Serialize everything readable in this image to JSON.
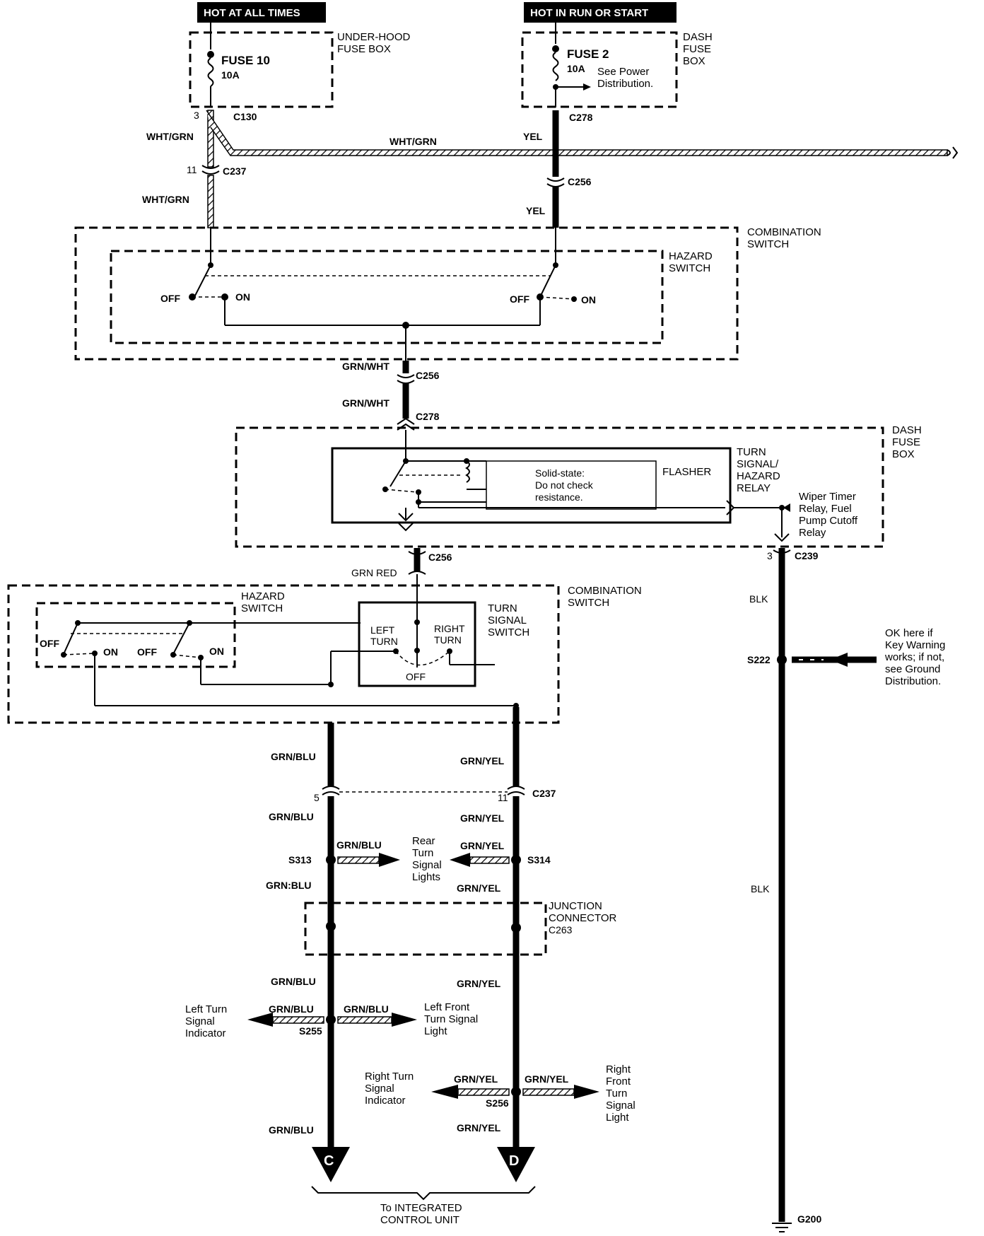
{
  "headers": {
    "hot_at_all_times": "HOT AT ALL TIMES",
    "hot_in_run_or_start": "HOT IN RUN OR START"
  },
  "underhood_fuse_box": {
    "title_line1": "UNDER-HOOD",
    "title_line2": "FUSE BOX",
    "fuse_name": "FUSE 10",
    "fuse_rating": "10A",
    "pin": "3",
    "connector": "C130"
  },
  "dash_fuse_box_top": {
    "title_line1": "DASH",
    "title_line2": "FUSE",
    "title_line3": "BOX",
    "fuse_name": "FUSE 2",
    "fuse_rating": "10A",
    "note_line1": "See Power",
    "note_line2": "Distribution.",
    "connector": "C278"
  },
  "wires_top": {
    "wht_grn_1": "WHT/GRN",
    "wht_grn_horizontal": "WHT/GRN",
    "wht_grn_2": "WHT/GRN",
    "yel_1": "YEL",
    "yel_2": "YEL",
    "c237_pin": "11",
    "c237": "C237",
    "c256": "C256"
  },
  "combination_switch_top": {
    "title_line1": "COMBINATION",
    "title_line2": "SWITCH",
    "hazard_line1": "HAZARD",
    "hazard_line2": "SWITCH",
    "off_left": "OFF",
    "on_left": "ON",
    "off_right": "OFF",
    "on_right": "ON"
  },
  "middle_wires": {
    "grn_wht_1": "GRN/WHT",
    "c256": "C256",
    "grn_wht_2": "GRN/WHT",
    "c278": "C278"
  },
  "dash_fuse_box_mid": {
    "title_line1": "DASH",
    "title_line2": "FUSE",
    "title_line3": "BOX",
    "flasher": "FLASHER",
    "solid_state_line1": "Solid-state:",
    "solid_state_line2": "Do not check",
    "solid_state_line3": "resistance.",
    "relay_line1": "TURN",
    "relay_line2": "SIGNAL/",
    "relay_line3": "HAZARD",
    "relay_line4": "RELAY",
    "wiper_line1": "Wiper Timer",
    "wiper_line2": "Relay, Fuel",
    "wiper_line3": "Pump Cutoff",
    "wiper_line4": "Relay"
  },
  "ground_path": {
    "c256": "C256",
    "grn_red": "GRN RED",
    "pin": "3",
    "c239": "C239",
    "blk_1": "BLK",
    "s222": "S222",
    "ok_line1": "OK here if",
    "ok_line2": "Key Warning",
    "ok_line3": "works; if not,",
    "ok_line4": "see Ground",
    "ok_line5": "Distribution.",
    "blk_2": "BLK",
    "g200": "G200"
  },
  "combination_switch_bottom": {
    "title_line1": "COMBINATION",
    "title_line2": "SWITCH",
    "hazard_line1": "HAZARD",
    "hazard_line2": "SWITCH",
    "off1": "OFF",
    "on1": "ON",
    "off2": "OFF",
    "on2": "ON",
    "turn_line1": "TURN",
    "turn_line2": "SIGNAL",
    "turn_line3": "SWITCH",
    "left_line1": "LEFT",
    "left_line2": "TURN",
    "right_line1": "RIGHT",
    "right_line2": "TURN",
    "off_center": "OFF"
  },
  "lower_left": {
    "grn_blu_1": "GRN/BLU",
    "pin5": "5",
    "grn_blu_2": "GRN/BLU",
    "grn_blu_branch": "GRN/BLU",
    "s313": "S313",
    "grn_blu_3": "GRN:BLU",
    "grn_blu_4": "GRN/BLU",
    "grn_blu_5": "GRN/BLU",
    "grn_blu_6": "GRN/BLU",
    "s255": "S255",
    "left_ind_line1": "Left Turn",
    "left_ind_line2": "Signal",
    "left_ind_line3": "Indicator",
    "left_front_line1": "Left Front",
    "left_front_line2": "Turn Signal",
    "left_front_line3": "Light",
    "grn_blu_7": "GRN/BLU",
    "term_c": "C"
  },
  "rear_lights": {
    "line1": "Rear",
    "line2": "Turn",
    "line3": "Signal",
    "line4": "Lights"
  },
  "lower_right": {
    "grn_yel_1": "GRN/YEL",
    "pin11": "11",
    "c237": "C237",
    "grn_yel_2": "GRN/YEL",
    "grn_yel_branch": "GRN/YEL",
    "s314": "S314",
    "grn_yel_3": "GRN/YEL",
    "grn_yel_4": "GRN/YEL",
    "grn_yel_5": "GRN/YEL",
    "grn_yel_6": "GRN/YEL",
    "s256": "S256",
    "right_ind_line1": "Right Turn",
    "right_ind_line2": "Signal",
    "right_ind_line3": "Indicator",
    "right_front_line1": "Right",
    "right_front_line2": "Front",
    "right_front_line3": "Turn",
    "right_front_line4": "Signal",
    "right_front_line5": "Light",
    "grn_yel_7": "GRN/YEL",
    "term_d": "D"
  },
  "junction": {
    "line1": "JUNCTION",
    "line2": "CONNECTOR",
    "line3": "C263"
  },
  "footer": {
    "line1": "To INTEGRATED",
    "line2": "CONTROL UNIT"
  }
}
